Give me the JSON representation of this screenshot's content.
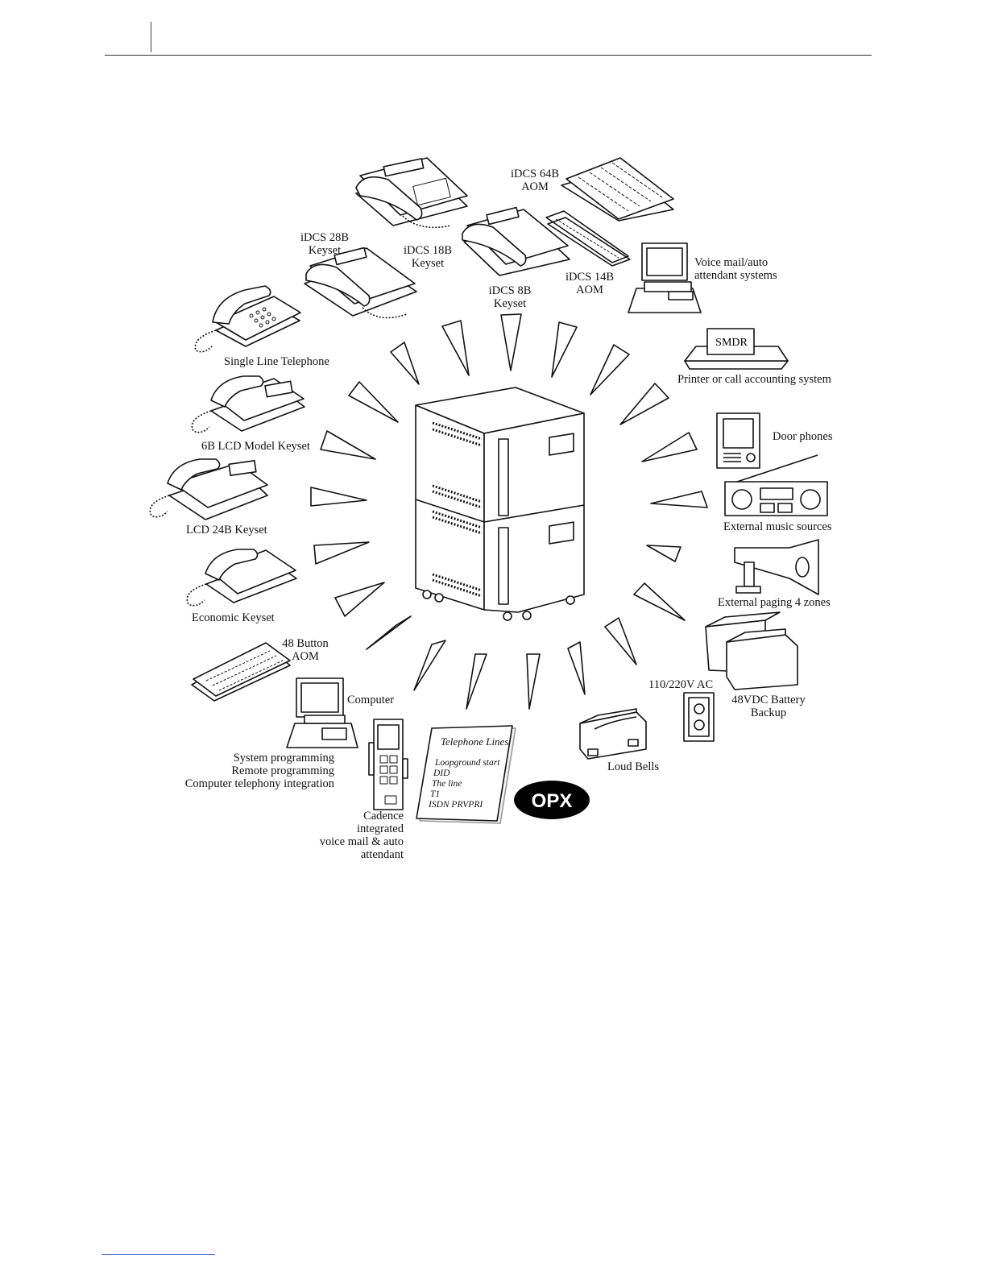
{
  "labels": {
    "idcs64b": [
      "iDCS 64B",
      "AOM"
    ],
    "idcs28b": [
      "iDCS 28B",
      "Keyset"
    ],
    "idcs18b": [
      "iDCS 18B",
      "Keyset"
    ],
    "idcs8b": [
      "iDCS 8B",
      "Keyset"
    ],
    "idcs14b": [
      "iDCS 14B",
      "AOM"
    ],
    "voicemail": [
      "Voice mail/auto",
      "attendant systems"
    ],
    "single_line": "Single Line Telephone",
    "printer": "Printer or call accounting system",
    "smdr": "SMDR",
    "lcd6b": "6B LCD Model Keyset",
    "door_phones": "Door phones",
    "lcd24b": "LCD 24B Keyset",
    "music": "External music sources",
    "paging": "External paging 4 zones",
    "economic": "Economic Keyset",
    "aom48": [
      "48 Button",
      "AOM"
    ],
    "ac": "110/220V AC",
    "battery": [
      "48VDC Battery",
      "Backup"
    ],
    "computer": "Computer",
    "computer_uses": [
      "System programming",
      "Remote programming",
      "Computer telephony integration"
    ],
    "loud_bells": "Loud Bells",
    "cadence": [
      "Cadence",
      "integrated",
      "voice mail & auto",
      "attendant"
    ],
    "opx": "OPX",
    "telephone_lines": {
      "title": "Telephone Lines",
      "items": [
        "Loopground start",
        "DID",
        "The line",
        "T1",
        "ISDN PRVPRI"
      ]
    }
  }
}
